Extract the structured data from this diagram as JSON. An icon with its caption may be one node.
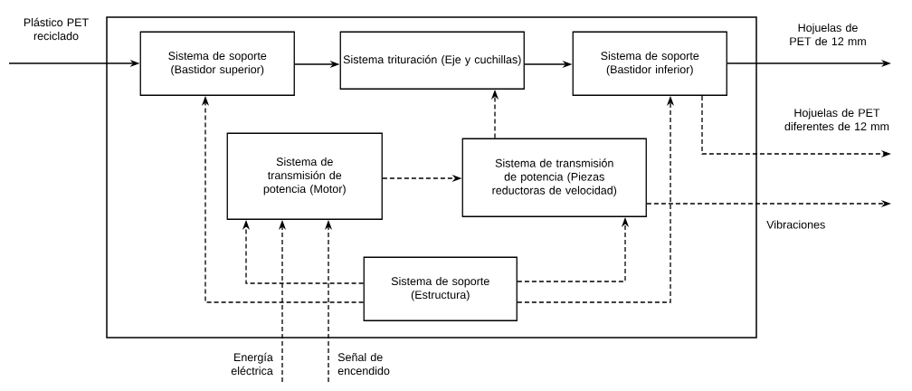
{
  "diagram": {
    "nodes": [
      {
        "text": [],
        "shape": "box"
      },
      {
        "text": [
          "Sistema de soporte (Bastidor superior)"
        ],
        "in": 0
      },
      {
        "text": [
          "Sistema trituración (Eje y cuchillas)"
        ],
        "in": 0
      },
      {
        "text": [
          "Sistema de soporte (Bastidor inferior)"
        ],
        "in": 0
      },
      {
        "text": [
          "Sistema de transmisión de potencia (Motor)"
        ],
        "in": 0
      },
      {
        "text": [
          "Sistema de transmisión de potencia (Piezas reductoras de velocidad)"
        ],
        "in": 0
      },
      {
        "text": [
          "Sistema de soporte (Estructura)"
        ],
        "in": 0
      }
    ],
    "edges": [
      {
        "from": null,
        "to": 1,
        "arrow": "to",
        "label": "Plástico PET reciclado"
      },
      {
        "from": 1,
        "to": 2,
        "arrow": "to"
      },
      {
        "from": 2,
        "to": 3,
        "arrow": "to"
      },
      {
        "from": 3,
        "to": null,
        "arrow": "to",
        "label": "Hojuelas de PET de 12 mm"
      },
      {
        "from": 3,
        "to": null,
        "arrow": "to",
        "label": "Hojuelas de PET diferentes de 12 mm",
        "style": "dashed"
      },
      {
        "from": 4,
        "to": 5,
        "arrow": "to",
        "style": "dashed"
      },
      {
        "from": 5,
        "to": 2,
        "arrow": "to",
        "style": "dashed"
      },
      {
        "from": 5,
        "to": null,
        "arrow": "to",
        "label": "Vibraciones",
        "style": "dashed"
      },
      {
        "from": null,
        "to": 4,
        "arrow": "to",
        "label": "Energía eléctrica",
        "style": "dashed"
      },
      {
        "from": null,
        "to": 4,
        "arrow": "to",
        "label": "Señal de encendido",
        "style": "dashed"
      },
      {
        "from": 6,
        "to": 4,
        "arrow": "to",
        "style": "dashed"
      },
      {
        "from": 6,
        "to": 1,
        "arrow": "to",
        "style": "dashed"
      },
      {
        "from": 6,
        "to": 5,
        "arrow": "to",
        "style": "dashed"
      },
      {
        "from": 6,
        "to": 3,
        "arrow": "to",
        "style": "dashed"
      }
    ]
  }
}
